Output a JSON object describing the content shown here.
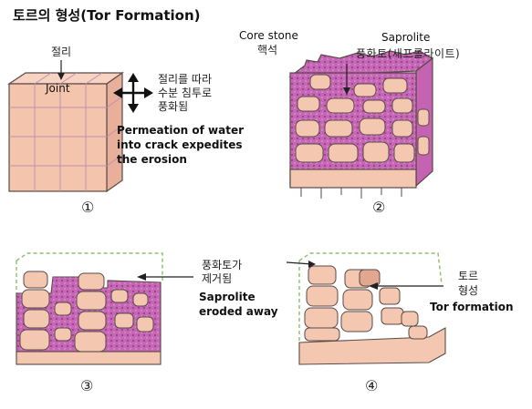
{
  "title": "토르의 형성(Tor Formation)",
  "panel1": {
    "label_ko_joint": "절리",
    "label_en_joint": "Joint",
    "label_ko_desc_1": "절리를 따라",
    "label_ko_desc_2": "수분 침투로",
    "label_ko_desc_3": "풍화됨",
    "label_en_desc_1": "Permeation of water",
    "label_en_desc_2": "into crack expedites",
    "label_en_desc_3": "the erosion",
    "number": "①"
  },
  "panel2": {
    "label_en_core": "Core stone",
    "label_ko_core": "핵석",
    "label_en_saprolite": "Saprolite",
    "label_ko_saprolite": "풍화토(새프롤라이트)",
    "number": "②"
  },
  "panel3": {
    "label_ko_removed_1": "풍화토가",
    "label_ko_removed_2": "제거됨",
    "label_en_removed_1": "Saprolite",
    "label_en_removed_2": "eroded away",
    "number": "③"
  },
  "panel4": {
    "label_ko_tor_1": "토르",
    "label_ko_tor_2": "형성",
    "label_en_tor": "Tor formation",
    "number": "④"
  },
  "colors": {
    "rock": "#f3c7b0",
    "rock_dark": "#e6ad95",
    "saprolite": "#c667b5",
    "outline": "#5a4a48"
  }
}
